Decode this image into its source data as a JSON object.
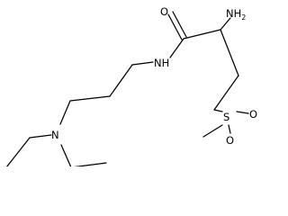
{
  "molecule": {
    "atoms": {
      "o_carbonyl": "O",
      "n_amide": "NH",
      "n_amine_primary": "NH2_placeholder",
      "n_tertiary": "N",
      "s_sulfone": "S",
      "o_sulfone_right": "O",
      "o_sulfone_left": "O"
    },
    "nh2": {
      "main": "NH",
      "subscript": "2"
    }
  }
}
